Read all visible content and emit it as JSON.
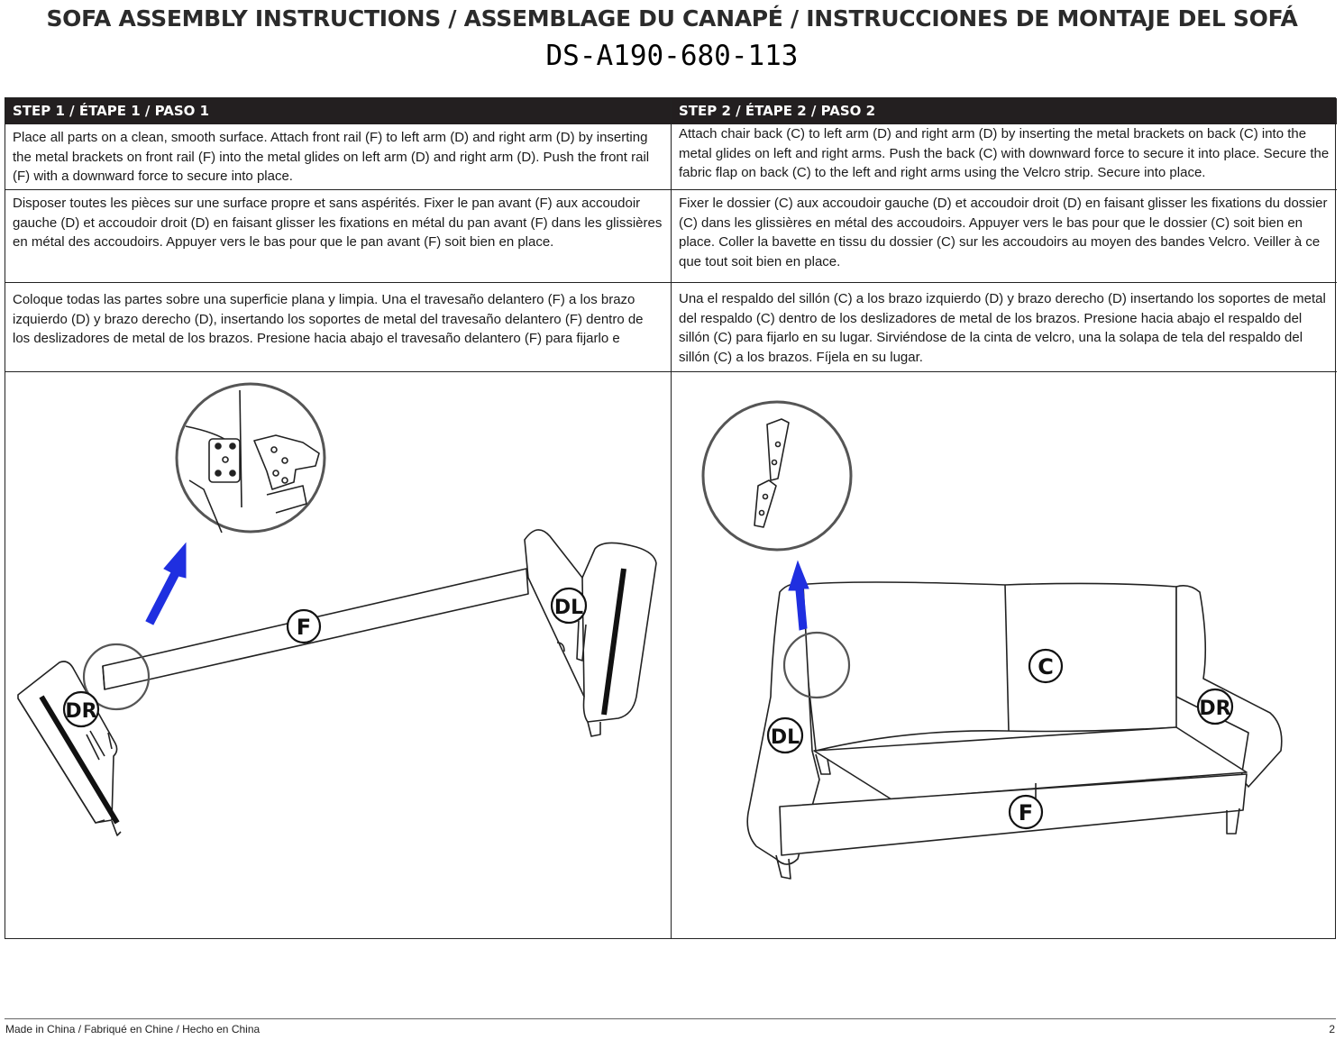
{
  "header": {
    "title": "SOFA ASSEMBLY INSTRUCTIONS / ASSEMBLAGE DU CANAPÉ / INSTRUCCIONES DE MONTAJE DEL SOFÁ",
    "model_code": "DS-A190-680-113"
  },
  "step1": {
    "heading": "STEP 1 / ÉTAPE 1 / PASO 1",
    "en": "Place all parts on a clean, smooth surface. Attach front rail (F) to left arm (D) and right arm (D) by inserting the metal brackets on front rail (F) into the metal glides on left arm (D) and right arm (D). Push the front rail (F) with a downward force to secure into place.",
    "fr": "Disposer toutes les pièces sur une surface propre et sans aspérités. Fixer le pan avant (F) aux accoudoir gauche (D) et accoudoir droit (D) en faisant glisser les fixations en métal du pan avant (F) dans les glissières en métal des accoudoirs. Appuyer vers le bas pour que le pan avant (F) soit bien en place.",
    "es": "Coloque todas las partes sobre una superficie plana y limpia. Una el travesaño delantero (F) a los brazo izquierdo (D) y brazo derecho (D), insertando los soportes de metal del travesaño delantero (F) dentro de los deslizadores de metal de los brazos. Presione hacia abajo el travesaño delantero (F) para fijarlo e",
    "labels": {
      "rail": "F",
      "left_arm": "DL",
      "right_arm": "DR"
    }
  },
  "step2": {
    "heading": "STEP 2 / ÉTAPE 2 / PASO 2",
    "en": "Attach chair back (C) to left arm (D) and right arm (D) by inserting the metal brackets on back (C) into the metal glides on left and right arms. Push the back (C) with downward force to secure it into place. Secure the fabric flap on back (C) to the left and right arms using the Velcro strip. Secure into place.",
    "fr": "Fixer le dossier (C) aux accoudoir gauche (D) et accoudoir droit (D) en faisant glisser les fixations du dossier (C) dans les glissières en métal des accoudoirs. Appuyer vers le bas pour que le dossier (C) soit bien en place. Coller la bavette en tissu du dossier (C) sur les accoudoirs au moyen des bandes Velcro. Veiller à ce que tout soit bien en place.",
    "es": "Una el respaldo del sillón (C) a los brazo izquierdo (D) y brazo derecho (D) insertando los soportes de metal del respaldo (C) dentro de los deslizadores de metal de los brazos. Presione hacia abajo el respaldo del sillón (C) para fijarlo en su lugar. Sirviéndose de la cinta de velcro, una la solapa de tela del respaldo del sillón (C) a los brazos. Fíjela en su lugar.",
    "labels": {
      "back": "C",
      "left_arm": "DL",
      "right_arm": "DR",
      "rail": "F"
    }
  },
  "footer": {
    "origin": "Made in China / Fabriqué en Chine / Hecho en China",
    "page_number": "2"
  },
  "colors": {
    "arrow": "#1f2fe0",
    "header_bg": "#231f20"
  }
}
